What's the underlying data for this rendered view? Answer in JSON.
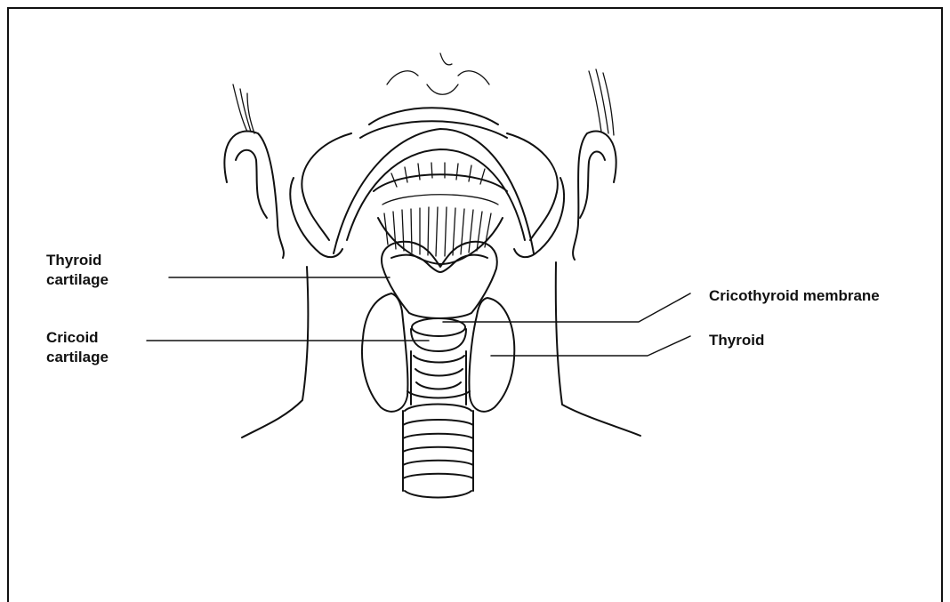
{
  "figure": {
    "labels": {
      "thyroid_cartilage": [
        "Thyroid",
        "cartilage"
      ],
      "cricoid_cartilage": [
        "Cricoid",
        "cartilage"
      ],
      "cricothyroid_membrane": "Cricothyroid membrane",
      "thyroid": "Thyroid"
    }
  }
}
